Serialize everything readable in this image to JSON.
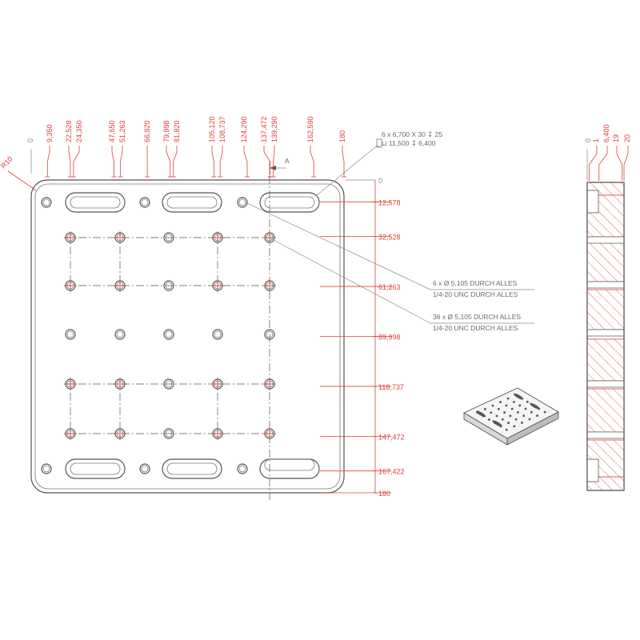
{
  "colors": {
    "dimension": "#e0403a",
    "outline": "#555555",
    "note": "#6a6a6a",
    "background": "#ffffff"
  },
  "top_dims": [
    {
      "key": "0",
      "value": 0,
      "label": "0",
      "style": "zero"
    },
    {
      "key": "9350",
      "value": 9.35,
      "label": "9,350"
    },
    {
      "key": "22528",
      "value": 22.528,
      "label": "22,528"
    },
    {
      "key": "24350",
      "value": 24.35,
      "label": "24,350"
    },
    {
      "key": "47650",
      "value": 47.65,
      "label": "47,650"
    },
    {
      "key": "51263",
      "value": 51.263,
      "label": "51,263"
    },
    {
      "key": "66820",
      "value": 66.82,
      "label": "66,820"
    },
    {
      "key": "79998",
      "value": 79.998,
      "label": "79,998"
    },
    {
      "key": "81820",
      "value": 81.82,
      "label": "81,820"
    },
    {
      "key": "105120",
      "value": 105.12,
      "label": "105,120"
    },
    {
      "key": "108737",
      "value": 108.737,
      "label": "108,737"
    },
    {
      "key": "124290",
      "value": 124.29,
      "label": "124,290"
    },
    {
      "key": "137472",
      "value": 137.472,
      "label": "137,472"
    },
    {
      "key": "139290",
      "value": 139.29,
      "label": "139,290"
    },
    {
      "key": "162590",
      "value": 162.59,
      "label": "162,590"
    },
    {
      "key": "180",
      "value": 180,
      "label": "180"
    }
  ],
  "right_dims": [
    {
      "key": "0",
      "value": 0,
      "label": "0",
      "style": "zero"
    },
    {
      "key": "12578",
      "value": 12.578,
      "label": "12,578"
    },
    {
      "key": "32528",
      "value": 32.528,
      "label": "32,528"
    },
    {
      "key": "61263",
      "value": 61.263,
      "label": "61,263"
    },
    {
      "key": "89998",
      "value": 89.998,
      "label": "89,998"
    },
    {
      "key": "118737",
      "value": 118.737,
      "label": "118,737"
    },
    {
      "key": "147472",
      "value": 147.472,
      "label": "147,472"
    },
    {
      "key": "167422",
      "value": 167.422,
      "label": "167,422"
    },
    {
      "key": "180",
      "value": 180,
      "label": "180"
    }
  ],
  "corner_radius_label": "R10",
  "section_marker": "A",
  "callouts": {
    "slot_line1": "6 x 6,700 X 30 ↧ 25",
    "slot_line2": "⊔ 11,500 ↧ 6,400",
    "holes6_line1": "6 x Ø 5,105 DURCH ALLES",
    "holes6_line2": "1/4-20 UNC  DURCH ALLES",
    "holes36_line1": "36 x Ø 5,105 DURCH ALLES",
    "holes36_line2": "1/4-20 UNC  DURCH ALLES"
  },
  "side_dims": [
    {
      "key": "0",
      "value": 0,
      "label": "0",
      "style": "zero"
    },
    {
      "key": "1",
      "value": 1,
      "label": "1"
    },
    {
      "key": "6400",
      "value": 6.4,
      "label": "6,400"
    },
    {
      "key": "19",
      "value": 19,
      "label": "19"
    },
    {
      "key": "20",
      "value": 20,
      "label": "20"
    }
  ]
}
